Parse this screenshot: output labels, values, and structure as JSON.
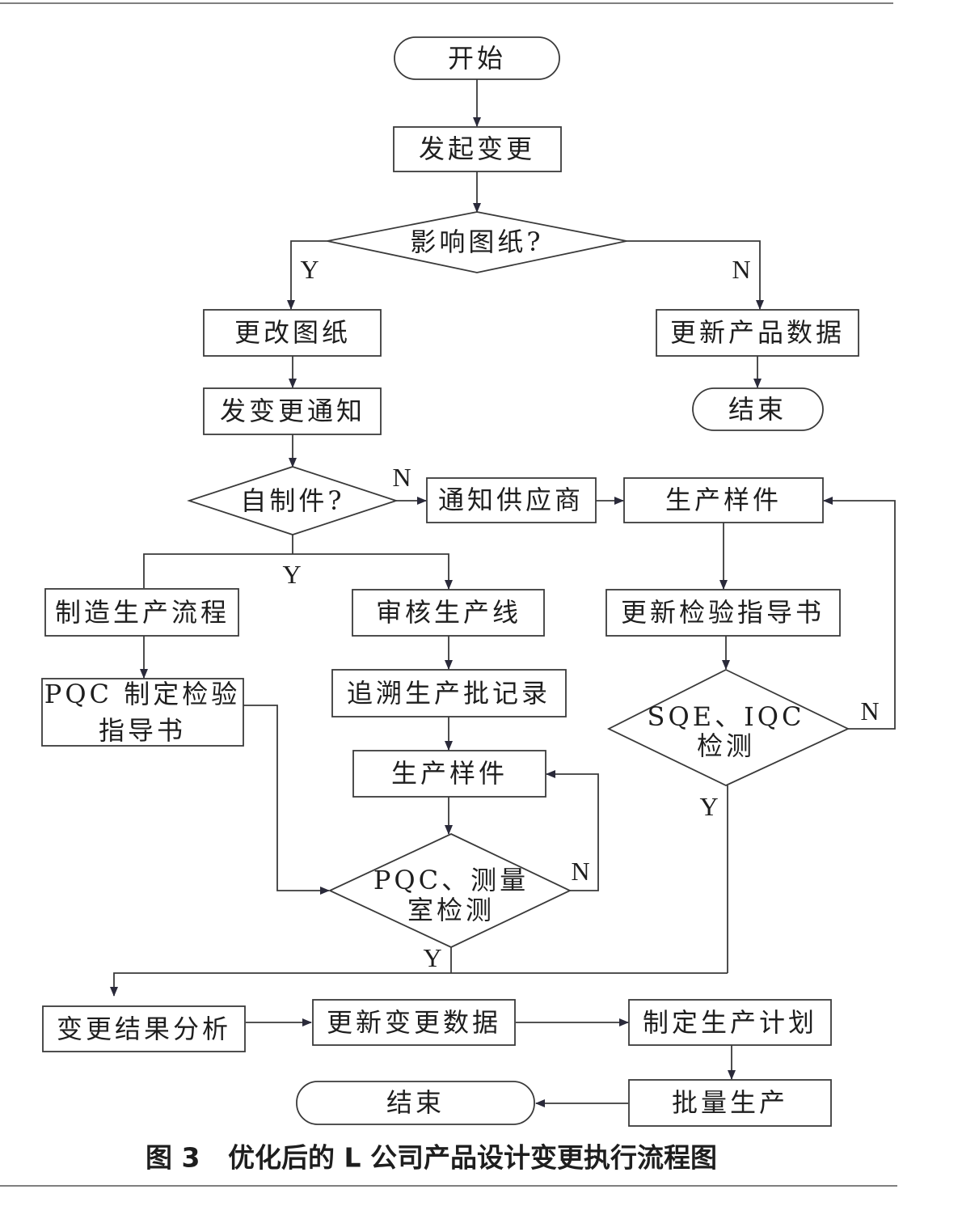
{
  "nodes": {
    "start": "开始",
    "initiate": "发起变更",
    "affect_drawing": "影响图纸?",
    "modify_drawing": "更改图纸",
    "update_product_data": "更新产品数据",
    "end_top": "结束",
    "send_notice": "发变更通知",
    "self_made": "自制件?",
    "notify_supplier": "通知供应商",
    "sample_right": "生产样件",
    "manufacturing_process": "制造生产流程",
    "review_line": "审核生产线",
    "update_guide": "更新检验指导书",
    "pqc_guide_line1": "PQC 制定检验",
    "pqc_guide_line2": "指导书",
    "trace_records": "追溯生产批记录",
    "sample_mid": "生产样件",
    "sqe_iqc_line1": "SQE、IQC",
    "sqe_iqc_line2": "检测",
    "pqc_lab_line1": "PQC、测量",
    "pqc_lab_line2": "室检测",
    "result_analysis": "变更结果分析",
    "update_change_data": "更新变更数据",
    "production_plan": "制定生产计划",
    "mass_production": "批量生产",
    "end_bottom": "结束"
  },
  "labels": {
    "y_drawing": "Y",
    "n_drawing": "N",
    "n_self": "N",
    "y_self": "Y",
    "n_sqe": "N",
    "y_sqe": "Y",
    "n_pqc": "N",
    "y_pqc": "Y"
  },
  "caption": {
    "figure_number": "图 3",
    "title": "优化后的 L 公司产品设计变更执行流程图"
  }
}
